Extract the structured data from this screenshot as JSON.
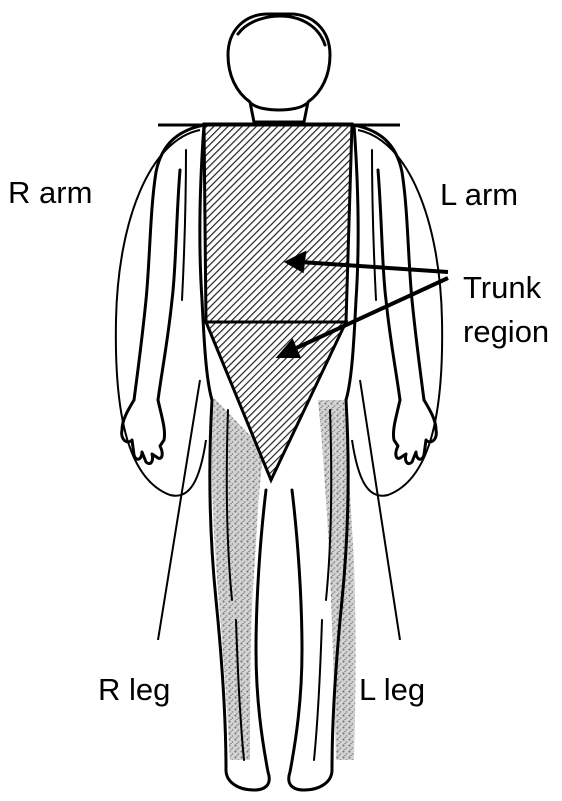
{
  "labels": {
    "r_arm": "R arm",
    "l_arm": "L arm",
    "trunk_line1": "Trunk",
    "trunk_line2": "region",
    "r_leg": "R leg",
    "l_leg": "L leg"
  },
  "colors": {
    "ink": "#000000",
    "trunk_hatch": "#333333",
    "leg_stipple": "#9a9a9a",
    "background": "#ffffff"
  }
}
